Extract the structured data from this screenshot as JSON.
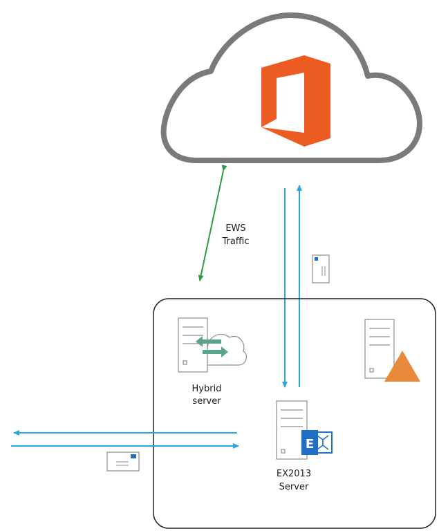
{
  "labels": {
    "ews_line1": "EWS",
    "ews_line2": "Traffic",
    "hybrid_line1": "Hybrid",
    "hybrid_line2": "server",
    "ex_line1": "EX2013",
    "ex_line2": "Server"
  },
  "colors": {
    "cloud_outline": "#7a7a7a",
    "office_logo": "#eb5b22",
    "ews_arrow": "#2e9b43",
    "mail_arrow": "#28a8e0",
    "server_outline": "#8c8c8c",
    "exchange_blue": "#1f6fc5",
    "hybrid_arrows": "#5aa58a",
    "warning_triangle": "#e8893b"
  },
  "icons": [
    "cloud-icon",
    "office-logo-icon",
    "hybrid-server-icon",
    "exchange-server-icon",
    "warning-server-icon",
    "envelope-icon"
  ]
}
